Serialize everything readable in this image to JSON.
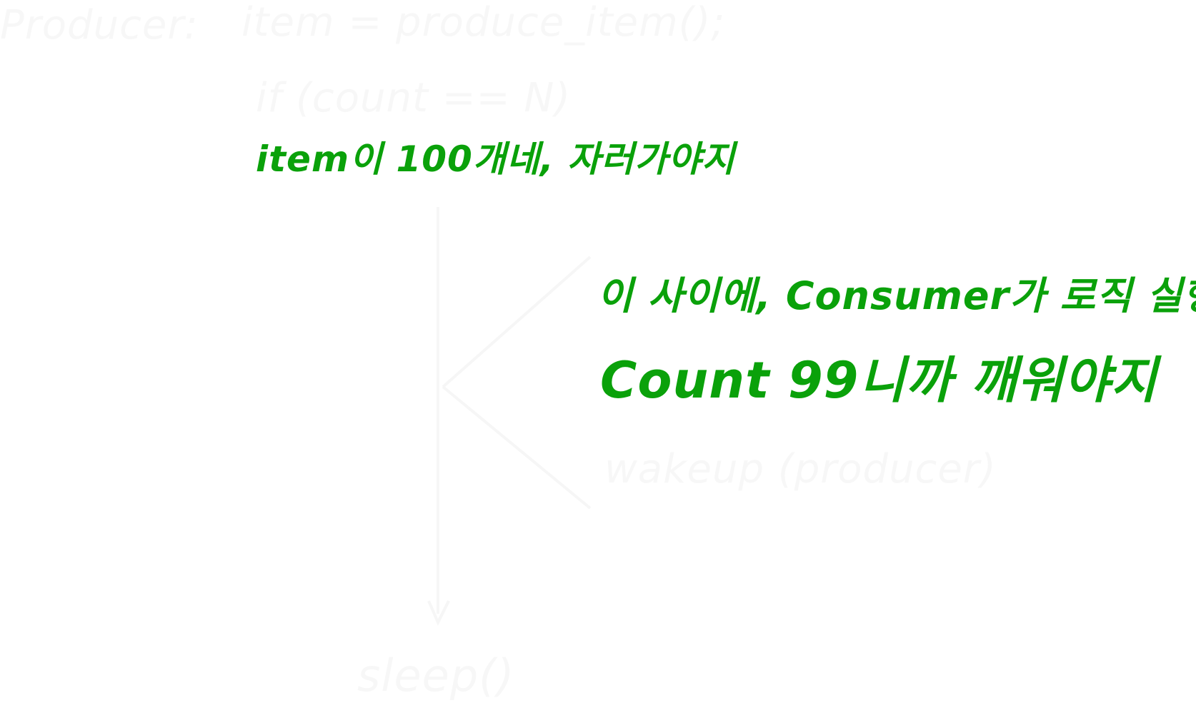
{
  "faint_text": {
    "producer_label": "Producer",
    "colon": ":",
    "assignment": "item = produce_item();",
    "if_condition": "if (count == N)",
    "wakeup_call": "wakeup (producer)",
    "sleep_call": "sleep()"
  },
  "notes": {
    "note1": "item이 100개네, 자러가야지",
    "note2": "이  사이에, Consumer가 로직 실행",
    "note3": "Count  99니까  깨워야지"
  },
  "colors": {
    "ink_green": "#0aa10a",
    "faint_ink": "#f7f7f7",
    "background": "#ffffff"
  }
}
